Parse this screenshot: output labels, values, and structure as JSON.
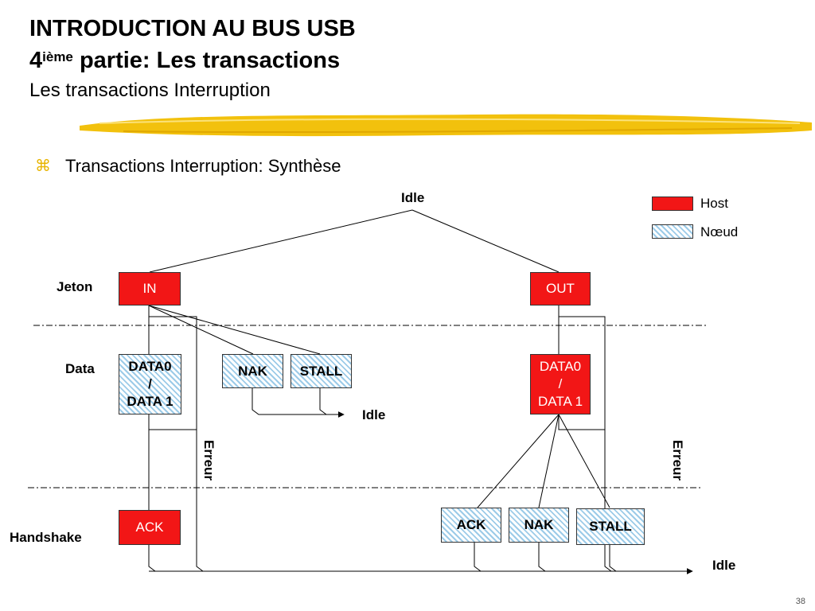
{
  "slide": {
    "title_line1": "INTRODUCTION AU BUS USB",
    "title_line2_num": "4",
    "title_line2_sup": "ième",
    "title_line2_rest": " partie: Les transactions",
    "title_line3": "Les transactions Interruption",
    "bullet": "Transactions Interruption: Synthèse",
    "page_number": "38"
  },
  "legend": {
    "host": "Host",
    "node": "Nœud"
  },
  "phases": {
    "token": "Jeton",
    "data": "Data",
    "handshake": "Handshake"
  },
  "diagram": {
    "idle_top": "Idle",
    "idle_mid": "Idle",
    "idle_bottom": "Idle",
    "in_label": "IN",
    "out_label": "OUT",
    "in_data_line1": "DATA0",
    "in_data_line2": "/",
    "in_data_line3": "DATA 1",
    "in_nak": "NAK",
    "in_stall": "STALL",
    "in_ack": "ACK",
    "in_error": "Erreur",
    "out_data_line1": "DATA0",
    "out_data_line2": "/",
    "out_data_line3": "DATA 1",
    "out_ack": "ACK",
    "out_nak": "NAK",
    "out_stall": "STALL",
    "out_error": "Erreur"
  },
  "colors": {
    "host": "#f21616",
    "node_stripe": "#9ccbe8",
    "accent": "#f2c10d"
  }
}
